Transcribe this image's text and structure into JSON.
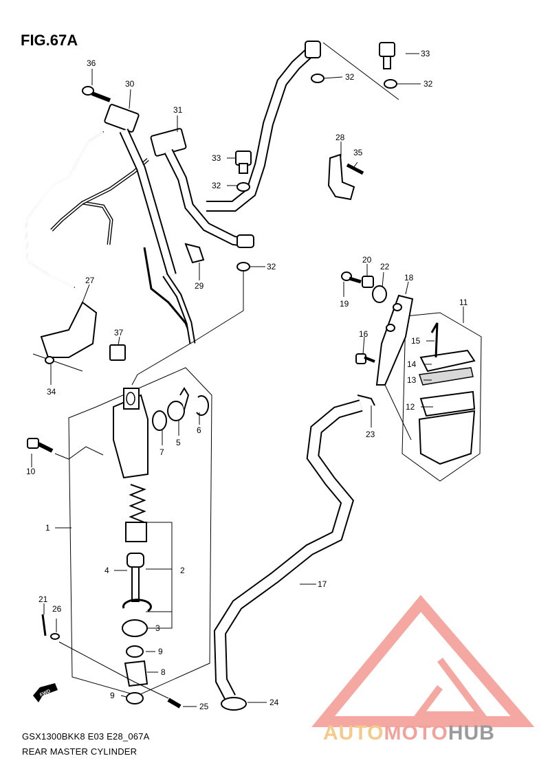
{
  "figure": {
    "title": "FIG.67A",
    "footer_line1": "GSX1300BKK8 E03 E28_067A",
    "footer_line2": "REAR MASTER CYLINDER",
    "fwd_label": "FWD"
  },
  "watermark": {
    "text_part1": "AUTO",
    "text_part2": "MOTO",
    "text_part3": "HUB",
    "colors": {
      "triangle": "#f28b82",
      "auto": "#f5c98a",
      "moto": "#f2a29a",
      "hub": "#9a9a9a"
    }
  },
  "callouts": [
    {
      "id": "c36",
      "label": "36"
    },
    {
      "id": "c30",
      "label": "30"
    },
    {
      "id": "c31",
      "label": "31"
    },
    {
      "id": "c33a",
      "label": "33"
    },
    {
      "id": "c32a",
      "label": "32"
    },
    {
      "id": "c32b",
      "label": "32"
    },
    {
      "id": "c33b",
      "label": "33"
    },
    {
      "id": "c32c",
      "label": "32"
    },
    {
      "id": "c32d",
      "label": "32"
    },
    {
      "id": "c28",
      "label": "28"
    },
    {
      "id": "c35",
      "label": "35"
    },
    {
      "id": "c29",
      "label": "29"
    },
    {
      "id": "c27",
      "label": "27"
    },
    {
      "id": "c37",
      "label": "37"
    },
    {
      "id": "c34",
      "label": "34"
    },
    {
      "id": "c20",
      "label": "20"
    },
    {
      "id": "c22",
      "label": "22"
    },
    {
      "id": "c18",
      "label": "18"
    },
    {
      "id": "c19",
      "label": "19"
    },
    {
      "id": "c11",
      "label": "11"
    },
    {
      "id": "c16",
      "label": "16"
    },
    {
      "id": "c15",
      "label": "15"
    },
    {
      "id": "c14",
      "label": "14"
    },
    {
      "id": "c13",
      "label": "13"
    },
    {
      "id": "c12",
      "label": "12"
    },
    {
      "id": "c23",
      "label": "23"
    },
    {
      "id": "c10",
      "label": "10"
    },
    {
      "id": "c7",
      "label": "7"
    },
    {
      "id": "c5",
      "label": "5"
    },
    {
      "id": "c6",
      "label": "6"
    },
    {
      "id": "c1",
      "label": "1"
    },
    {
      "id": "c4",
      "label": "4"
    },
    {
      "id": "c2",
      "label": "2"
    },
    {
      "id": "c3",
      "label": "3"
    },
    {
      "id": "c21",
      "label": "21"
    },
    {
      "id": "c26",
      "label": "26"
    },
    {
      "id": "c9a",
      "label": "9"
    },
    {
      "id": "c8",
      "label": "8"
    },
    {
      "id": "c9b",
      "label": "9"
    },
    {
      "id": "c25",
      "label": "25"
    },
    {
      "id": "c17",
      "label": "17"
    },
    {
      "id": "c24",
      "label": "24"
    }
  ]
}
